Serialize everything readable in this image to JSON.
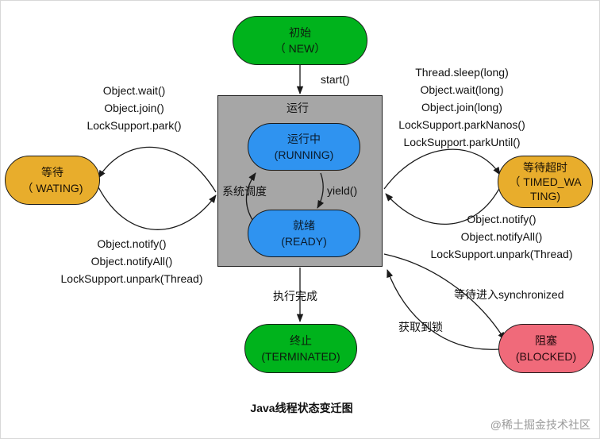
{
  "diagram": {
    "caption": "Java线程状态变迁图",
    "watermark": "@稀土掘金技术社区",
    "colors": {
      "new_terminated": "#00b31c",
      "running_ready": "#2f93f0",
      "waiting_timed": "#e8ad2c",
      "blocked": "#f06a7a",
      "container": "#a6a6a6"
    },
    "container_label": "运行",
    "states": {
      "new": {
        "line1": "初始",
        "line2": "（ NEW）"
      },
      "running": {
        "line1": "运行中",
        "line2": "(RUNNING)"
      },
      "ready": {
        "line1": "就绪",
        "line2": "(READY)"
      },
      "waiting": {
        "line1": "等待",
        "line2": "（ WATING)"
      },
      "timed_waiting": {
        "line1": "等待超时",
        "line2": "（ TIMED_WA",
        "line3": "TING)"
      },
      "terminated": {
        "line1": "终止",
        "line2": "(TERMINATED)"
      },
      "blocked": {
        "line1": "阻塞",
        "line2": "(BLOCKED)"
      }
    },
    "transitions": {
      "start": "start()",
      "yield": "yield()",
      "schedule": "系统调度",
      "finish": "执行完成",
      "to_waiting": [
        "Object.wait()",
        "Object.join()",
        "LockSupport.park()"
      ],
      "from_waiting": [
        "Object.notify()",
        "Object.notifyAll()",
        "LockSupport.unpark(Thread)"
      ],
      "to_timed_waiting": [
        "Thread.sleep(long)",
        "Object.wait(long)",
        "Object.join(long)",
        "LockSupport.parkNanos()",
        "LockSupport.parkUntil()"
      ],
      "from_timed_waiting": [
        "Object.notify()",
        "Object.notifyAll()",
        "LockSupport.unpark(Thread)"
      ],
      "to_blocked": "等待进入synchronized",
      "from_blocked": "获取到锁"
    }
  }
}
